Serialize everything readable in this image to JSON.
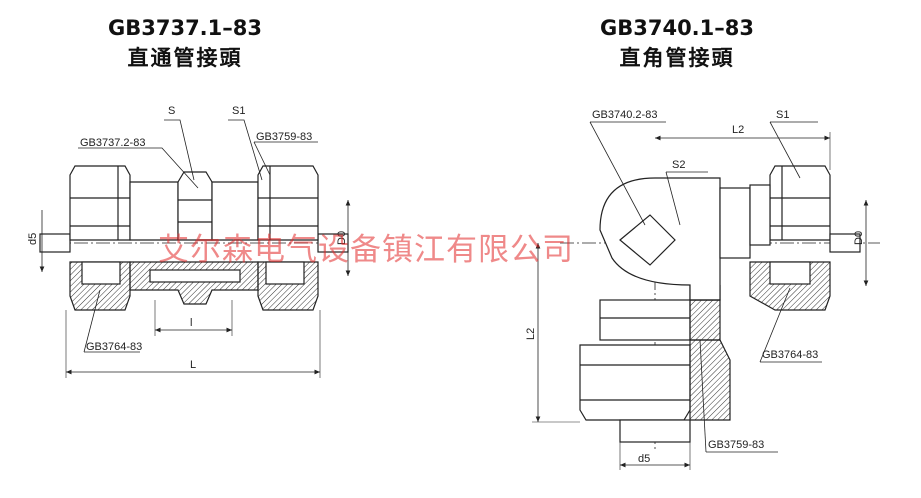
{
  "left": {
    "code": "GB3737.1–83",
    "name": "直通管接頭",
    "labels": {
      "s": "S",
      "s1": "S1",
      "std_body": "GB3737.2-83",
      "std_nut": "GB3759-83",
      "std_ring": "GB3764-83",
      "d5": "d5",
      "d0": "D0",
      "l_small": "l",
      "l_big": "L"
    }
  },
  "right": {
    "code": "GB3740.1–83",
    "name": "直角管接頭",
    "labels": {
      "std_body": "GB3740.2-83",
      "l2_top": "L2",
      "s1": "S1",
      "s2": "S2",
      "d0": "D0",
      "l2_side": "L2",
      "std_ring": "GB3764-83",
      "std_nut": "GB3759-83",
      "d5": "d5"
    }
  },
  "watermark": "艾尔森电气设备镇江有限公司"
}
